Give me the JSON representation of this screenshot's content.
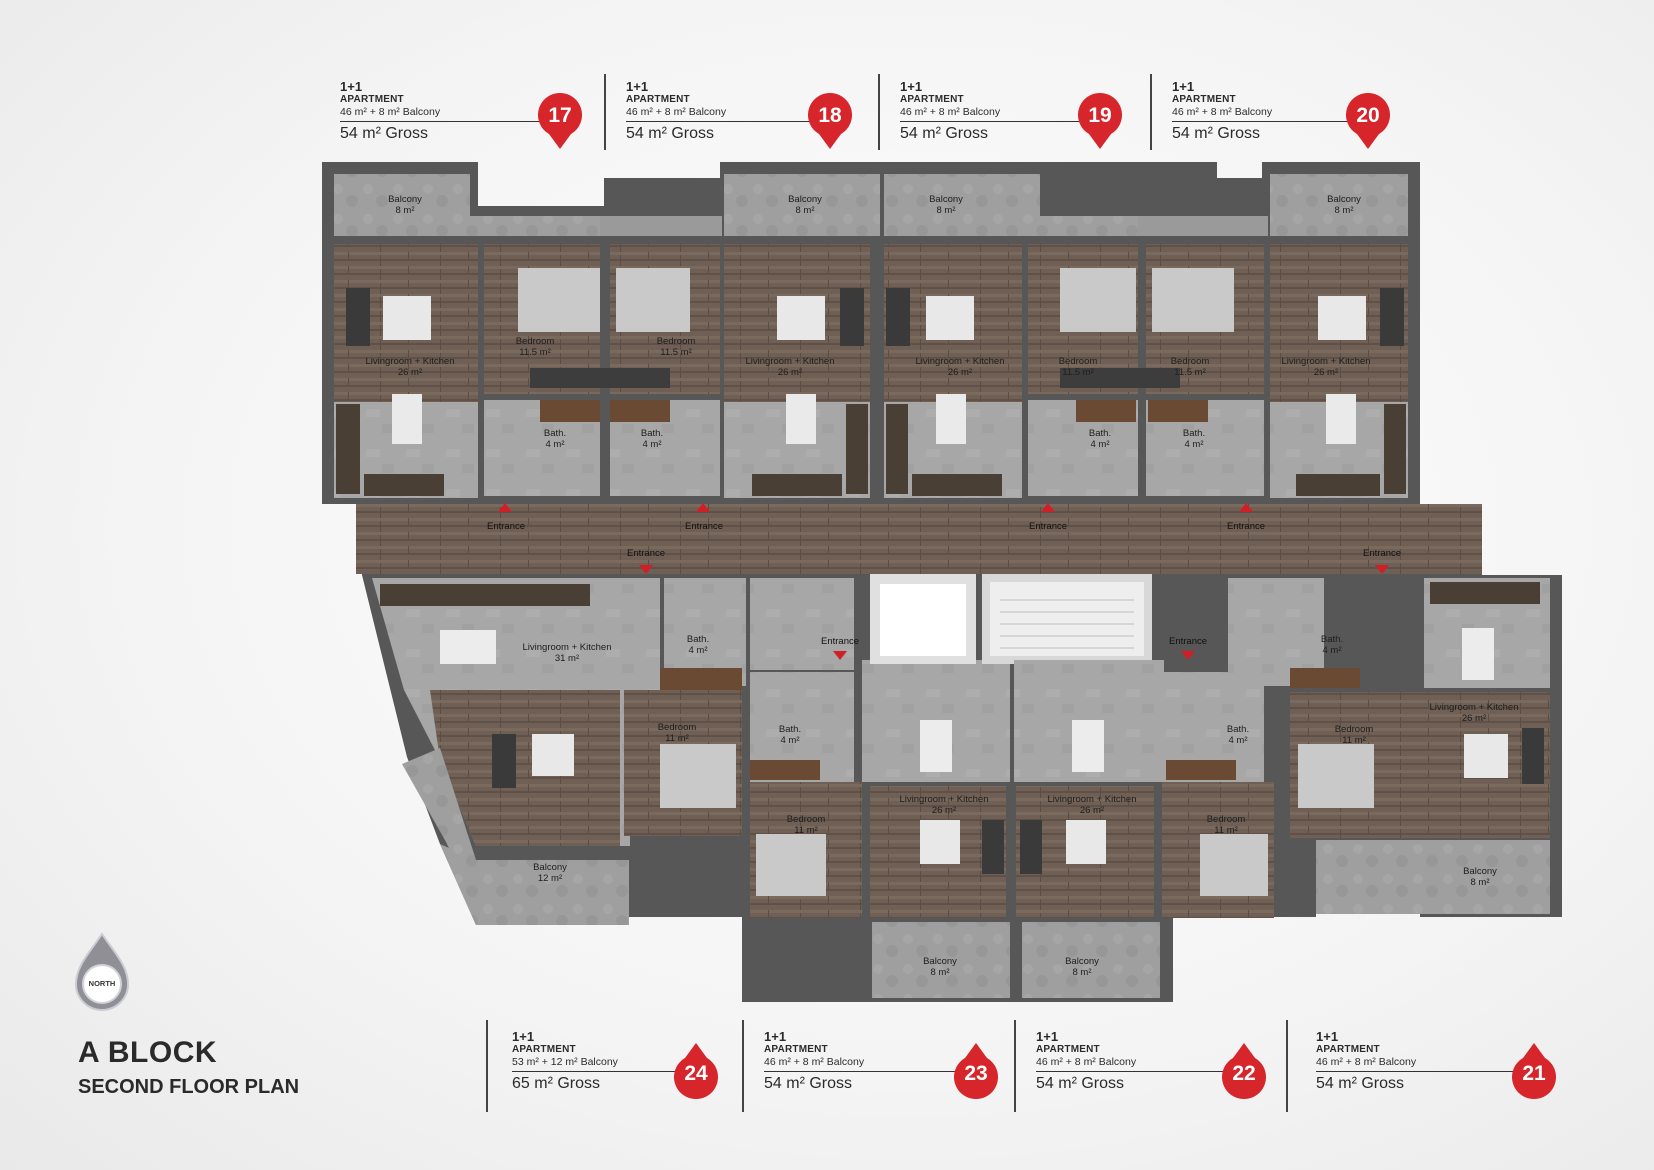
{
  "block_title": "A BLOCK",
  "floor_title": "SECOND FLOOR PLAN",
  "north_label": "NORTH",
  "colors": {
    "badge": "#d6262c",
    "wall": "#5b5b5b",
    "wood": "#6e5e53",
    "tile": "#a9a9a9"
  },
  "apartments_top": [
    {
      "number": "17",
      "type": "1+1",
      "kind": "APARTMENT",
      "net": "46 m² + 8 m² Balcony",
      "gross": "54 m² Gross"
    },
    {
      "number": "18",
      "type": "1+1",
      "kind": "APARTMENT",
      "net": "46 m² + 8 m² Balcony",
      "gross": "54 m² Gross"
    },
    {
      "number": "19",
      "type": "1+1",
      "kind": "APARTMENT",
      "net": "46 m² + 8 m² Balcony",
      "gross": "54 m² Gross"
    },
    {
      "number": "20",
      "type": "1+1",
      "kind": "APARTMENT",
      "net": "46 m² + 8 m² Balcony",
      "gross": "54 m² Gross"
    }
  ],
  "apartments_bottom": [
    {
      "number": "24",
      "type": "1+1",
      "kind": "APARTMENT",
      "net": "53 m² + 12 m² Balcony",
      "gross": "65 m² Gross"
    },
    {
      "number": "23",
      "type": "1+1",
      "kind": "APARTMENT",
      "net": "46 m² + 8 m² Balcony",
      "gross": "54 m² Gross"
    },
    {
      "number": "22",
      "type": "1+1",
      "kind": "APARTMENT",
      "net": "46 m² + 8 m² Balcony",
      "gross": "54 m² Gross"
    },
    {
      "number": "21",
      "type": "1+1",
      "kind": "APARTMENT",
      "net": "46 m² + 8 m² Balcony",
      "gross": "54 m² Gross"
    }
  ],
  "rooms": [
    {
      "name": "Balcony",
      "area": "8 m²"
    },
    {
      "name": "Balcony",
      "area": "8 m²"
    },
    {
      "name": "Balcony",
      "area": "8 m²"
    },
    {
      "name": "Balcony",
      "area": "8 m²"
    },
    {
      "name": "Livingroom + Kitchen",
      "area": "26 m²"
    },
    {
      "name": "Bedroom",
      "area": "11.5 m²"
    },
    {
      "name": "Bedroom",
      "area": "11.5 m²"
    },
    {
      "name": "Livingroom + Kitchen",
      "area": "26 m²"
    },
    {
      "name": "Livingroom + Kitchen",
      "area": "26 m²"
    },
    {
      "name": "Bedroom",
      "area": "11.5 m²"
    },
    {
      "name": "Bedroom",
      "area": "11.5 m²"
    },
    {
      "name": "Livingroom + Kitchen",
      "area": "26 m²"
    },
    {
      "name": "Bath.",
      "area": "4 m²"
    },
    {
      "name": "Bath.",
      "area": "4 m²"
    },
    {
      "name": "Bath.",
      "area": "4 m²"
    },
    {
      "name": "Bath.",
      "area": "4 m²"
    },
    {
      "name": "Livingroom + Kitchen",
      "area": "31 m²"
    },
    {
      "name": "Bath.",
      "area": "4 m²"
    },
    {
      "name": "Bedroom",
      "area": "11 m²"
    },
    {
      "name": "Balcony",
      "area": "12 m²"
    },
    {
      "name": "Bath.",
      "area": "4 m²"
    },
    {
      "name": "Bedroom",
      "area": "11 m²"
    },
    {
      "name": "Livingroom + Kitchen",
      "area": "26 m²"
    },
    {
      "name": "Balcony",
      "area": "8 m²"
    },
    {
      "name": "Livingroom + Kitchen",
      "area": "26 m²"
    },
    {
      "name": "Balcony",
      "area": "8 m²"
    },
    {
      "name": "Bath.",
      "area": "4 m²"
    },
    {
      "name": "Bedroom",
      "area": "11 m²"
    },
    {
      "name": "Bath.",
      "area": "4 m²"
    },
    {
      "name": "Bedroom",
      "area": "11 m²"
    },
    {
      "name": "Livingroom + Kitchen",
      "area": "26 m²"
    },
    {
      "name": "Balcony",
      "area": "8 m²"
    }
  ],
  "entrance_label": "Entrance"
}
